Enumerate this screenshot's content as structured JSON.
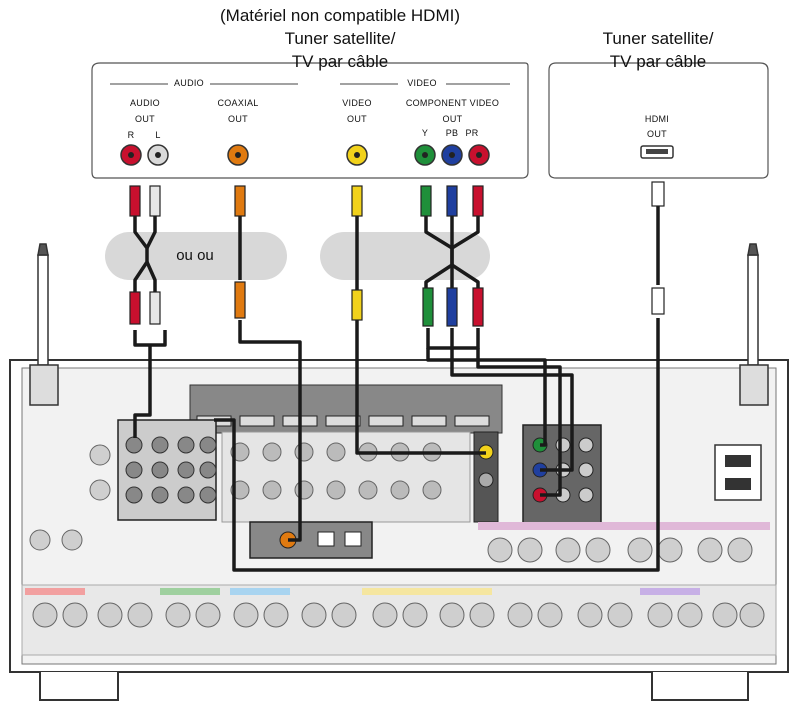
{
  "header": {
    "left_note": "(Matériel non compatible HDMI)",
    "left_device_line1": "Tuner satellite/",
    "left_device_line2": "TV par câble",
    "right_device_line1": "Tuner satellite/",
    "right_device_line2": "TV par câble"
  },
  "left_box": {
    "audio_group": "AUDIO",
    "video_group": "VIDEO",
    "audio_out_label1": "AUDIO",
    "audio_out_label2": "OUT",
    "right_ch": "R",
    "left_ch": "L",
    "coaxial_label1": "COAXIAL",
    "coaxial_label2": "OUT",
    "video_label1": "VIDEO",
    "video_label2": "OUT",
    "component_label1": "COMPONENT VIDEO",
    "component_label2": "OUT",
    "y": "Y",
    "pb": "PB",
    "pr": "PR"
  },
  "right_box": {
    "hdmi_label1": "HDMI",
    "hdmi_label2": "OUT"
  },
  "options_label": "ou ou",
  "colors": {
    "red": "#c8102e",
    "white": "#d9d9d9",
    "orange": "#e07a10",
    "yellow": "#f2d21b",
    "green": "#1f8f3a",
    "blue": "#1f3f9f",
    "cable": "#1a1a1a",
    "panel": "#e6e6e6"
  }
}
